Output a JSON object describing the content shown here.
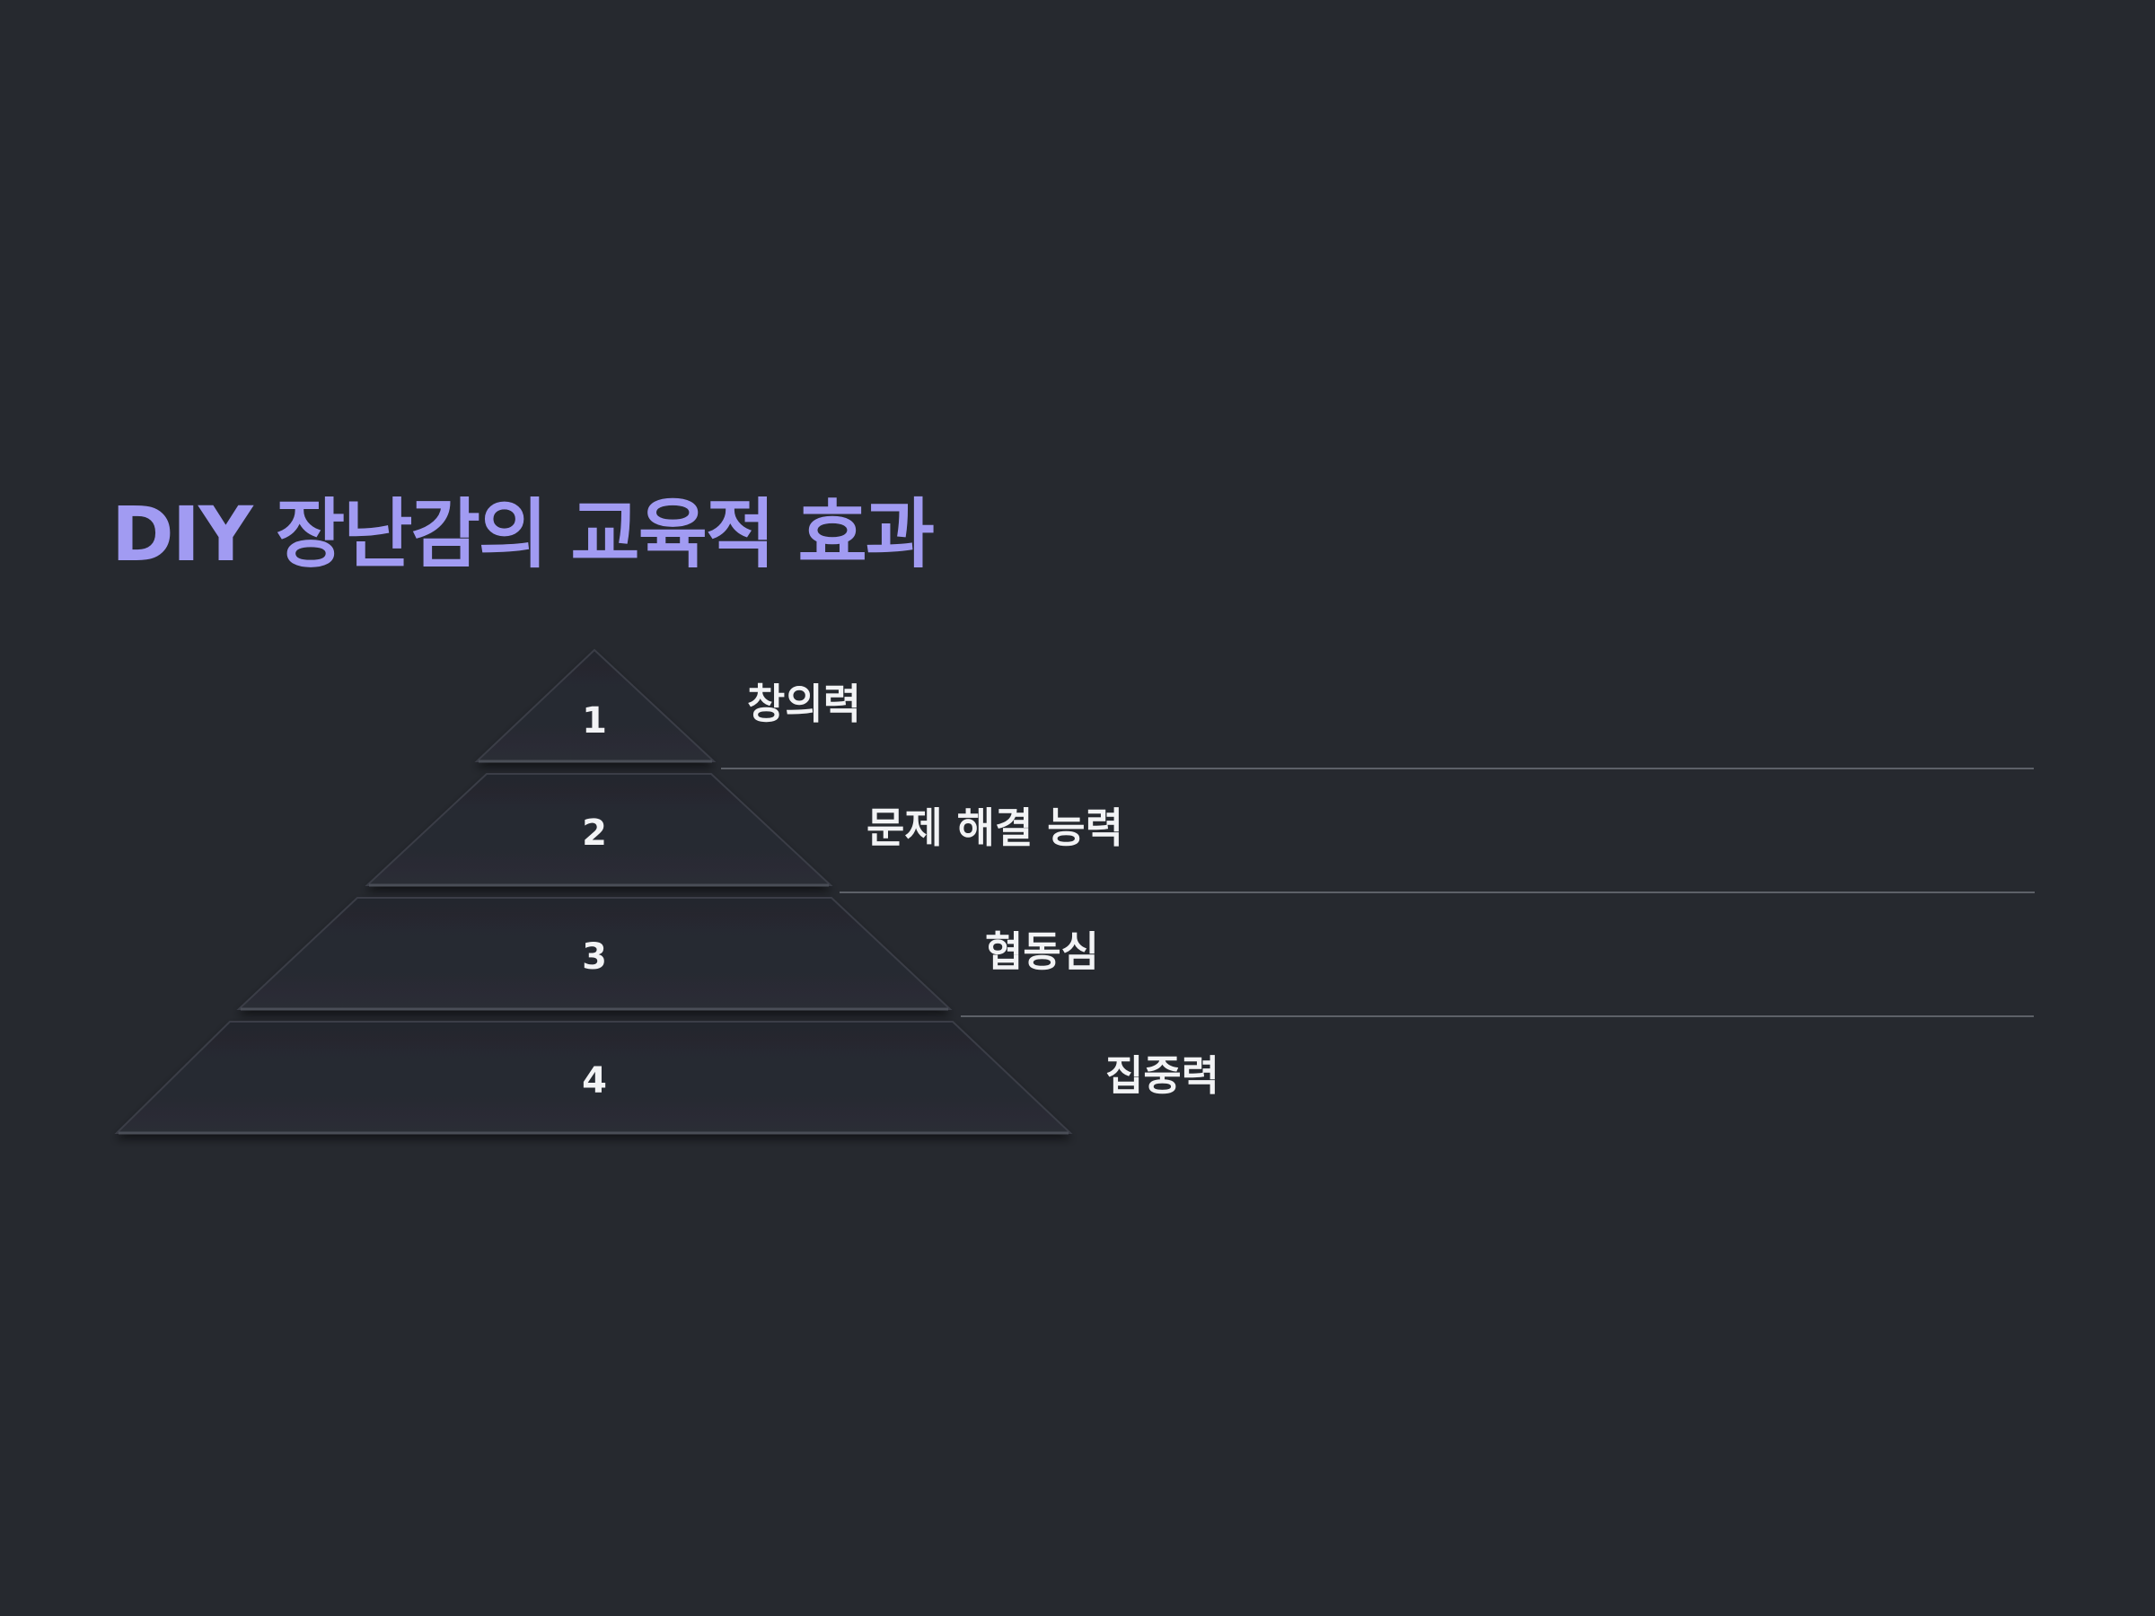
{
  "slide": {
    "title": "DIY 장난감의 교육적 효과"
  },
  "pyramid": {
    "levels": [
      {
        "number": "1",
        "label": "창의력"
      },
      {
        "number": "2",
        "label": "문제 해결 능력"
      },
      {
        "number": "3",
        "label": "협동심"
      },
      {
        "number": "4",
        "label": "집중력"
      }
    ]
  },
  "colors": {
    "background": "#26292f",
    "title": "#a19bf2",
    "text": "#f2f3f5",
    "tier_fill": "#252830",
    "divider": "#5d6168"
  }
}
